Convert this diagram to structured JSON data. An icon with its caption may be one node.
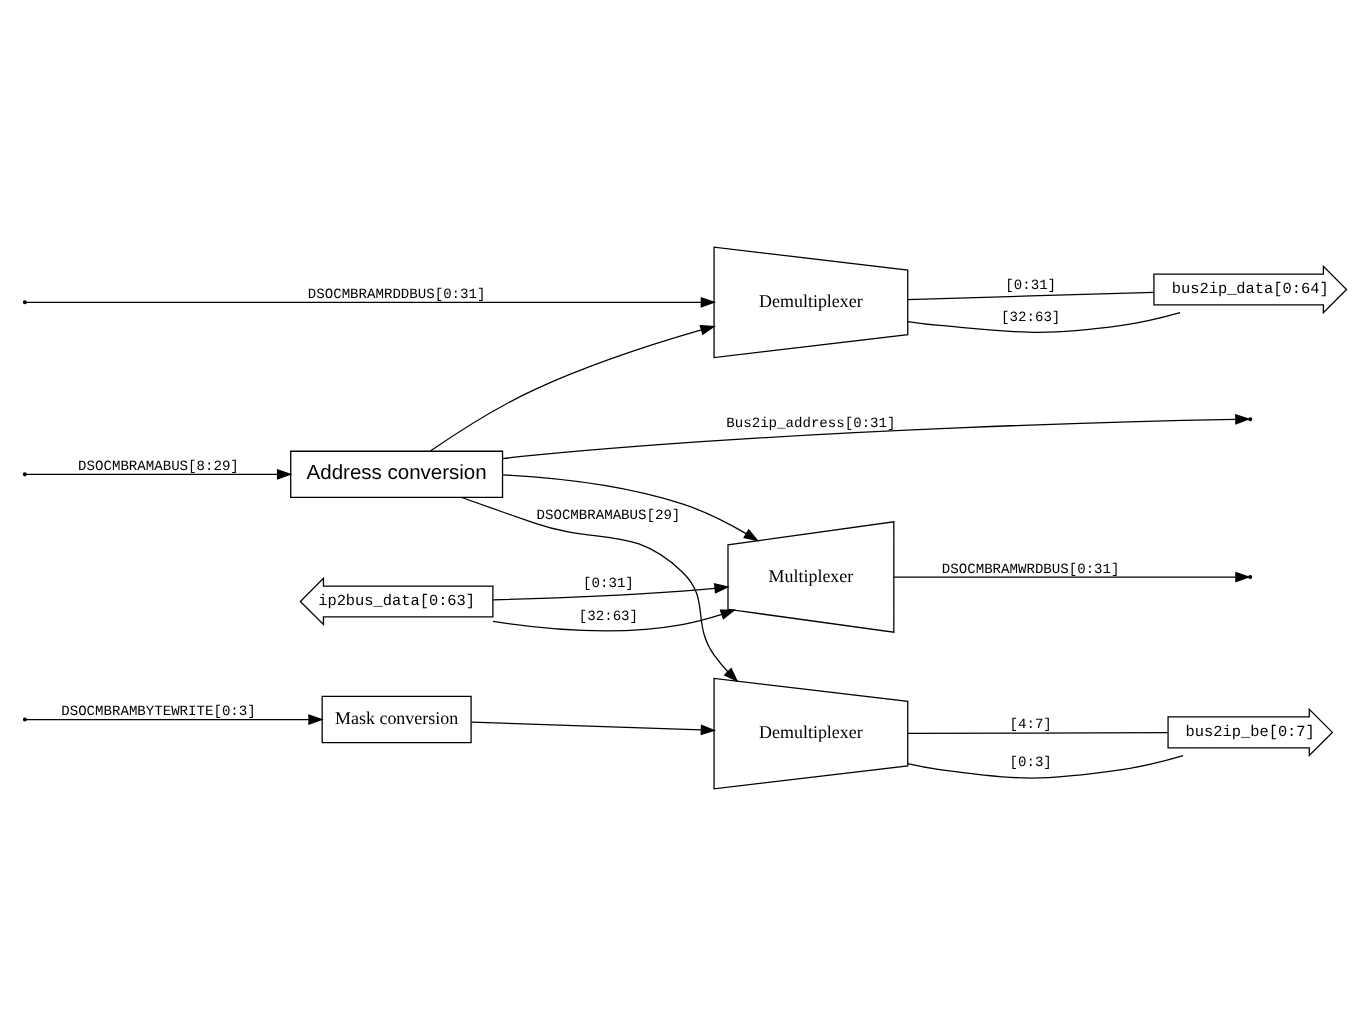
{
  "diagram": {
    "nodes": [
      {
        "text": [
          "Address conversion"
        ]
      },
      {
        "text": [
          "Mask conversion"
        ]
      },
      {
        "text": [
          "Demultiplexer"
        ]
      },
      {
        "text": [
          "Demultiplexer"
        ]
      },
      {
        "text": [
          "Multiplexer"
        ]
      },
      {
        "text": [
          "bus2ip_be[0:7]"
        ]
      },
      {
        "text": [
          "bus2ip_data[0:64]"
        ]
      },
      {
        "text": [
          "ip2bus_data[0:63]"
        ]
      }
    ],
    "edges": [
      {
        "from": 0,
        "to": null,
        "arrow": "to",
        "label": "Bus2ip_address[0:31]"
      },
      {
        "from": null,
        "to": 0,
        "arrow": "to",
        "label": "DSOCMBRAMABUS[8:29]"
      },
      {
        "from": null,
        "to": 1,
        "arrow": "to",
        "label": "DSOCMBRAMBYTEWRITE[0:3]"
      },
      {
        "from": 0,
        "to": 2,
        "arrow": "to",
        "label": "DSOCMBRAMABUS[29]"
      },
      {
        "from": 1,
        "to": 2,
        "arrow": "to"
      },
      {
        "from": 2,
        "to": 5,
        "arrow": "none",
        "label": "[0:3]"
      },
      {
        "from": 2,
        "to": 5,
        "arrow": "none",
        "label": "[4:7]"
      },
      {
        "from": 0,
        "to": 3,
        "arrow": "to"
      },
      {
        "from": null,
        "to": 3,
        "arrow": "to",
        "label": "DSOCMBRAMRDDBUS[0:31]"
      },
      {
        "from": 3,
        "to": 6,
        "arrow": "none",
        "label": "[0:31]"
      },
      {
        "from": 3,
        "to": 6,
        "arrow": "none",
        "label": "[32:63]"
      },
      {
        "from": 0,
        "to": 4,
        "arrow": "to"
      },
      {
        "from": 7,
        "to": 4,
        "arrow": "to",
        "label": "[0:31]"
      },
      {
        "from": 7,
        "to": 4,
        "arrow": "to",
        "label": "[32:63]"
      },
      {
        "from": 4,
        "to": null,
        "arrow": "to",
        "label": "DSOCMBRAMWRDBUS[0:31]"
      }
    ]
  }
}
